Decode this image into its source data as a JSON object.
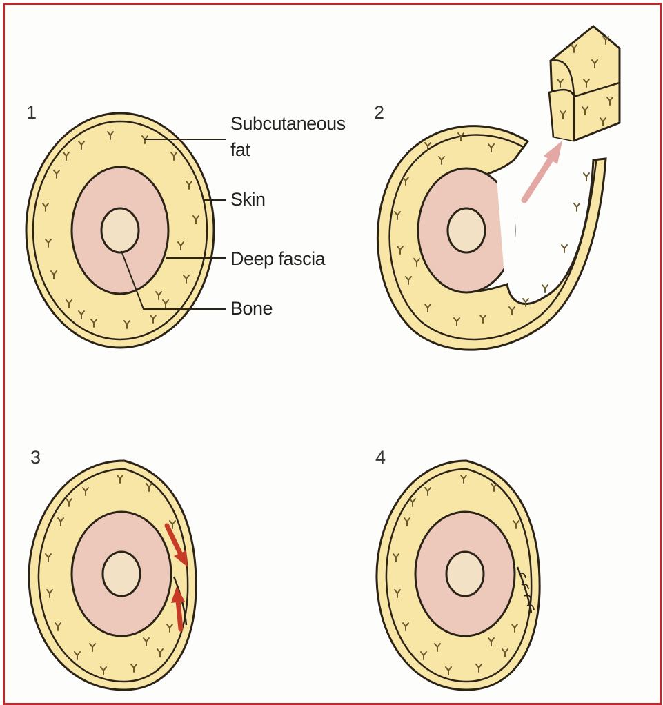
{
  "colors": {
    "frame": "#c0272d",
    "fat": "#f8e6a6",
    "tissue": "#ecc9bb",
    "bone": "#f3e1c6",
    "outline": "#2b2218",
    "fat_marks": "#6b5a2e",
    "arrow_step2": "#e3a7a4",
    "arrow_step3": "#c63a26"
  },
  "panels": [
    {
      "number": "1"
    },
    {
      "number": "2"
    },
    {
      "number": "3"
    },
    {
      "number": "4"
    }
  ],
  "labels": {
    "subcutaneous_line1": "Subcutaneous",
    "subcutaneous_line2": "fat",
    "skin": "Skin",
    "deep_fascia": "Deep fascia",
    "bone": "Bone"
  }
}
